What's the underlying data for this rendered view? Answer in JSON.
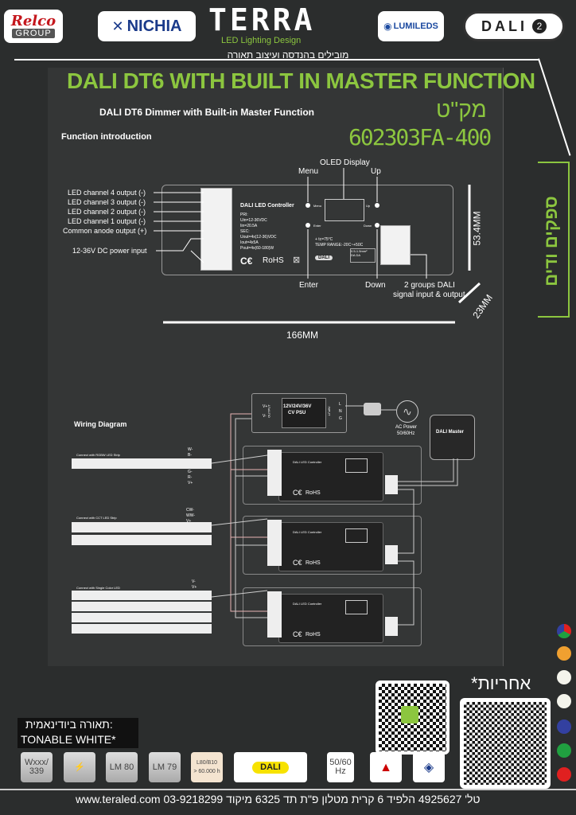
{
  "header": {
    "logos": [
      "Relco",
      "GROUP",
      "NICHIA",
      "TERRA",
      "LED Lighting Design",
      "LUMILEDS",
      "DALI",
      "2"
    ],
    "terra_tagline": "מובילים בהנדסה ועיצוב תאורה"
  },
  "title": {
    "main": "DALI DT6 WITH BUILT IN MASTER FUNCTION",
    "subtitle": "DALI DT6 Dimmer with Built-in Master Function",
    "makat_label": "מק\"ט",
    "model": "602303FA-400",
    "function_intro": "Function introduction",
    "side_label": "ספקים ודים"
  },
  "device": {
    "name": "DALI LED Controller",
    "spec_lines": [
      "PRI:",
      "Uin=12-36VDC",
      "Iin=20.5A",
      "SEC:",
      "Uout=4x(12-36)VDC",
      "Iout=4x5A",
      "Pout=4x(60-180)W"
    ],
    "temp": "+ tc=75°C",
    "temp_range": "TEMP RANGE:-20C~+50C",
    "rohs": "RoHS",
    "dali": "DALI",
    "menu_small": "Menu",
    "up_small": "Up",
    "enter_small": "Enter",
    "down_small": "Down",
    "wire_label": "0.5-1.5mm²",
    "bus_label": "DA DA"
  },
  "callouts": {
    "oled": "OLED Display",
    "menu": "Menu",
    "up": "Up",
    "enter": "Enter",
    "down": "Down",
    "ch4": "LED channel 4 output (-)",
    "ch3": "LED channel 3 output (-)",
    "ch2": "LED channel 2 output (-)",
    "ch1": "LED channel 1 output (-)",
    "anode": "Common anode output (+)",
    "power": "12-36V DC power input",
    "dali_in": "2 groups DALI",
    "dali_in2": "signal input & output",
    "dim_h": "53.4MM",
    "dim_d": "23MM",
    "dim_w": "166MM"
  },
  "wiring": {
    "title": "Wiring Diagram",
    "psu_line1": "12V/24V/36V",
    "psu_line2": "CV PSU",
    "psu_output": "OUTPUT",
    "psu_input": "INPUT",
    "psu_vplus": "V+",
    "psu_vminus": "V-",
    "psu_l": "L",
    "psu_n": "N",
    "psu_g": "G",
    "ac_power": "AC Power",
    "ac_freq": "50/60Hz",
    "dali_master": "DALI Master",
    "strip1": "Connect with RGBW LED Strip",
    "strip2": "Connect with CCT LED Strip",
    "strip3": "Connect with Single Color LED",
    "rgbw_pins": [
      "W-",
      "B-",
      "G-",
      "R-",
      "V+"
    ],
    "cct_pins": [
      "CW-",
      "WW-",
      "V+"
    ],
    "single_pins": [
      "V-",
      "V+"
    ]
  },
  "warranty": {
    "label": "*אחריות",
    "tunable_he": "תאורה ביודינאמית:",
    "tunable_en": "TONABLE WHITE*"
  },
  "certs": {
    "w": "Wxxx/ 339",
    "lm80": "LM 80",
    "lm79": "LM 79",
    "l80": "L80/B10",
    "hours": "> 60.000 h",
    "dali": "DALI",
    "hz": "50/60 Hz"
  },
  "footer": {
    "text": "www.teraled.com  03-9218299  טל'  4925627 הלפיד 6 קרית מטלון פ\"ת תד 6325 מיקוד"
  },
  "colors": {
    "accent": "#8cc63f",
    "bg": "#2b2d2d",
    "dots": [
      "#3c6",
      "#f0a030",
      "#f4f4ec",
      "#f4f4ec",
      "#3340a0",
      "#20a040",
      "#e02020"
    ]
  }
}
